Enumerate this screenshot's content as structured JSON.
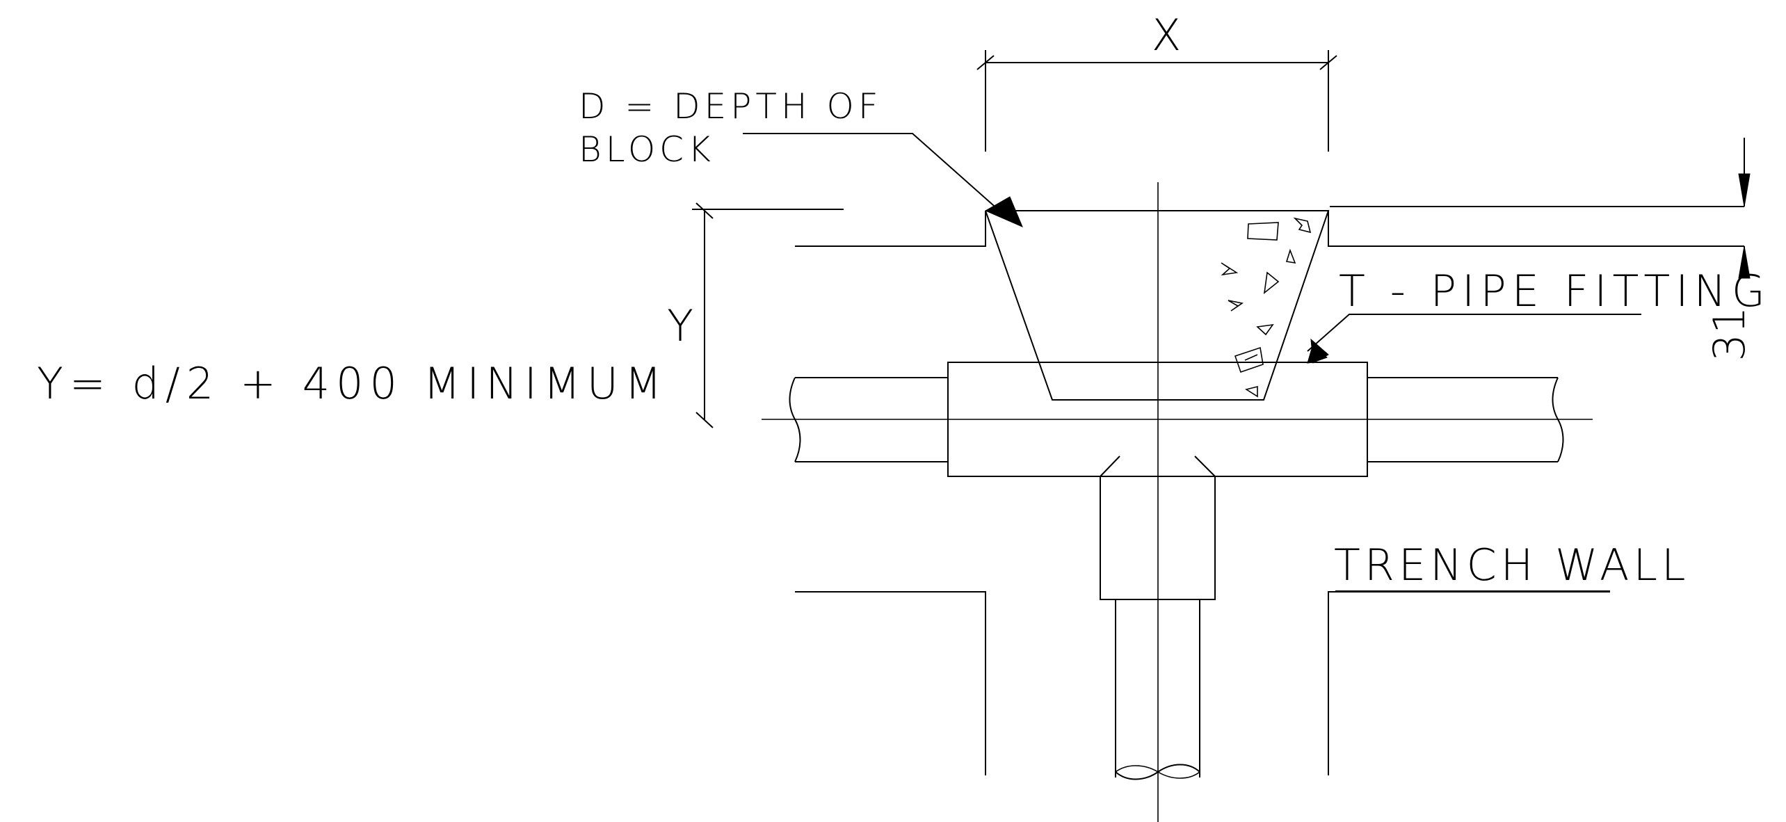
{
  "labels": {
    "x_dim": "X",
    "y_dim": "Y",
    "depth_note_line1": "D = DEPTH OF",
    "depth_note_line2": "BLOCK",
    "pipe_fitting": "T - PIPE FITTING",
    "y_formula": "Y= d/2 + 400 MINIMUM",
    "trench_wall": "TRENCH WALL",
    "side_dim": "31"
  },
  "colors": {
    "line": "#000000",
    "background": "#ffffff"
  }
}
